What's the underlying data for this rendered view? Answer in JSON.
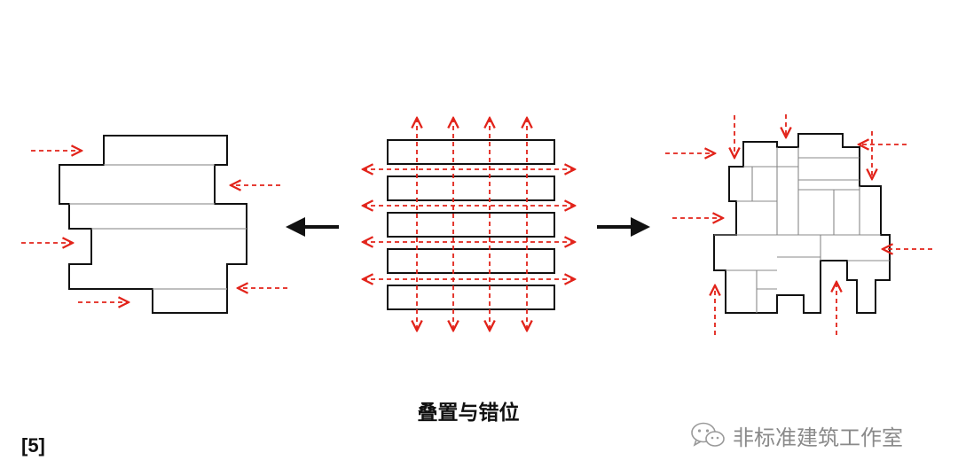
{
  "caption": "叠置与错位",
  "figure_number": "[5]",
  "watermark": {
    "text": "非标准建筑工作室",
    "icon": "wechat-icon"
  },
  "colors": {
    "outline": "#111111",
    "arrow": "#e2231a",
    "inner_line": "#8a8a8a",
    "watermark": "#8a8a8a"
  },
  "panels": [
    {
      "id": "shifted-bars",
      "description_kind": "diagram-panel"
    },
    {
      "id": "stacked-bars-grid",
      "description_kind": "diagram-panel"
    },
    {
      "id": "fragmented-mass",
      "description_kind": "diagram-panel"
    }
  ]
}
